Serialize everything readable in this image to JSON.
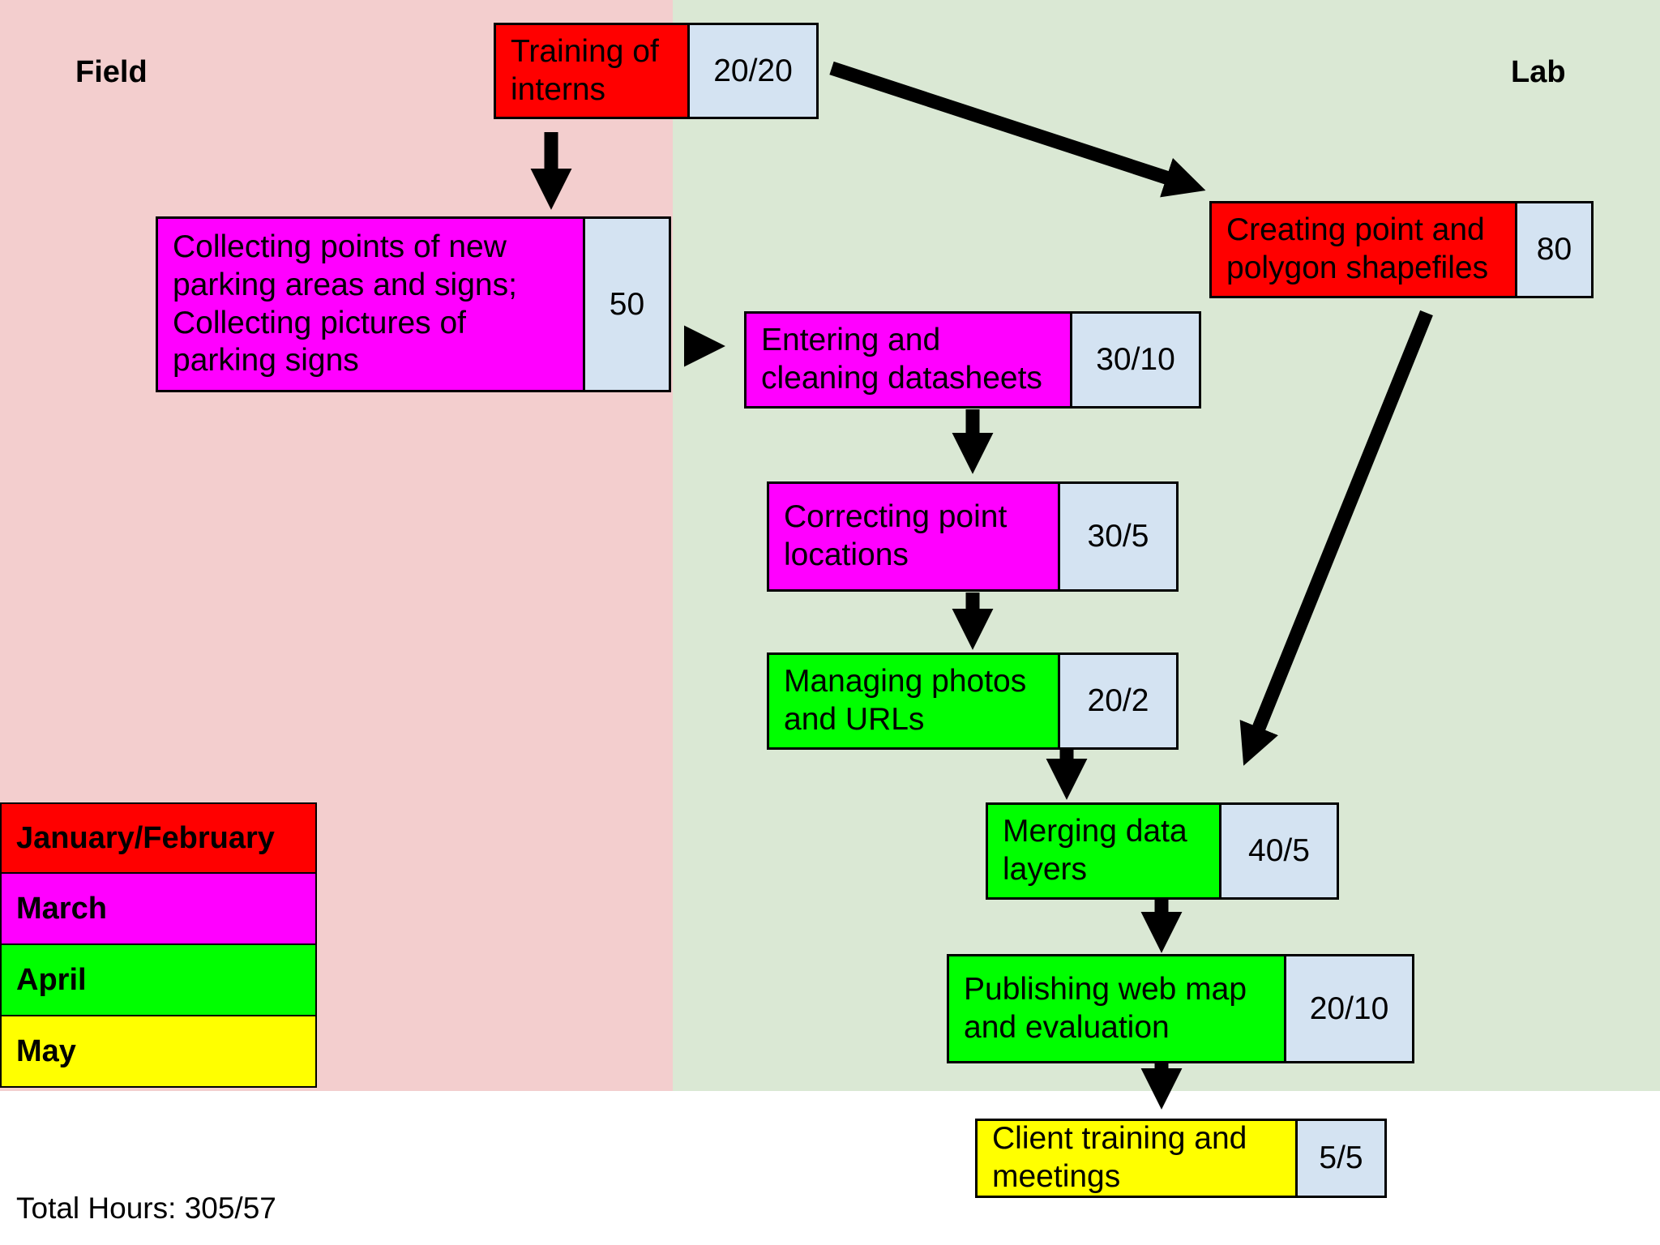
{
  "zones": {
    "field": "Field",
    "lab": "Lab"
  },
  "colors": {
    "january_february": "#ff0000",
    "march": "#ff00ff",
    "april": "#00ff00",
    "may": "#ffff00",
    "hours_box": "#d4e3f2",
    "field_background": "#f3cece",
    "lab_background": "#dae8d4"
  },
  "tasks": {
    "training": {
      "label": "Training of\ninterns",
      "hours": "20/20",
      "month": "january_february"
    },
    "collecting": {
      "label": "Collecting points of new\nparking areas and signs;\nCollecting pictures of\nparking signs",
      "hours": "50",
      "month": "march"
    },
    "entering": {
      "label": "Entering and\ncleaning datasheets",
      "hours": "30/10",
      "month": "march"
    },
    "creating": {
      "label": "Creating point and\npolygon shapefiles",
      "hours": "80",
      "month": "january_february"
    },
    "correcting": {
      "label": "Correcting point\nlocations",
      "hours": "30/5",
      "month": "march"
    },
    "managing": {
      "label": "Managing photos\nand URLs",
      "hours": "20/2",
      "month": "april"
    },
    "merging": {
      "label": "Merging data\nlayers",
      "hours": "40/5",
      "month": "april"
    },
    "publishing": {
      "label": "Publishing web map\nand evaluation",
      "hours": "20/10",
      "month": "april"
    },
    "client": {
      "label": "Client training  and\nmeetings",
      "hours": "5/5",
      "month": "may"
    }
  },
  "legend": [
    {
      "label": "January/February",
      "color": "#ff0000"
    },
    {
      "label": "March",
      "color": "#ff00ff"
    },
    {
      "label": "April",
      "color": "#00ff00"
    },
    {
      "label": "May",
      "color": "#ffff00"
    }
  ],
  "total_hours": "Total Hours: 305/57"
}
